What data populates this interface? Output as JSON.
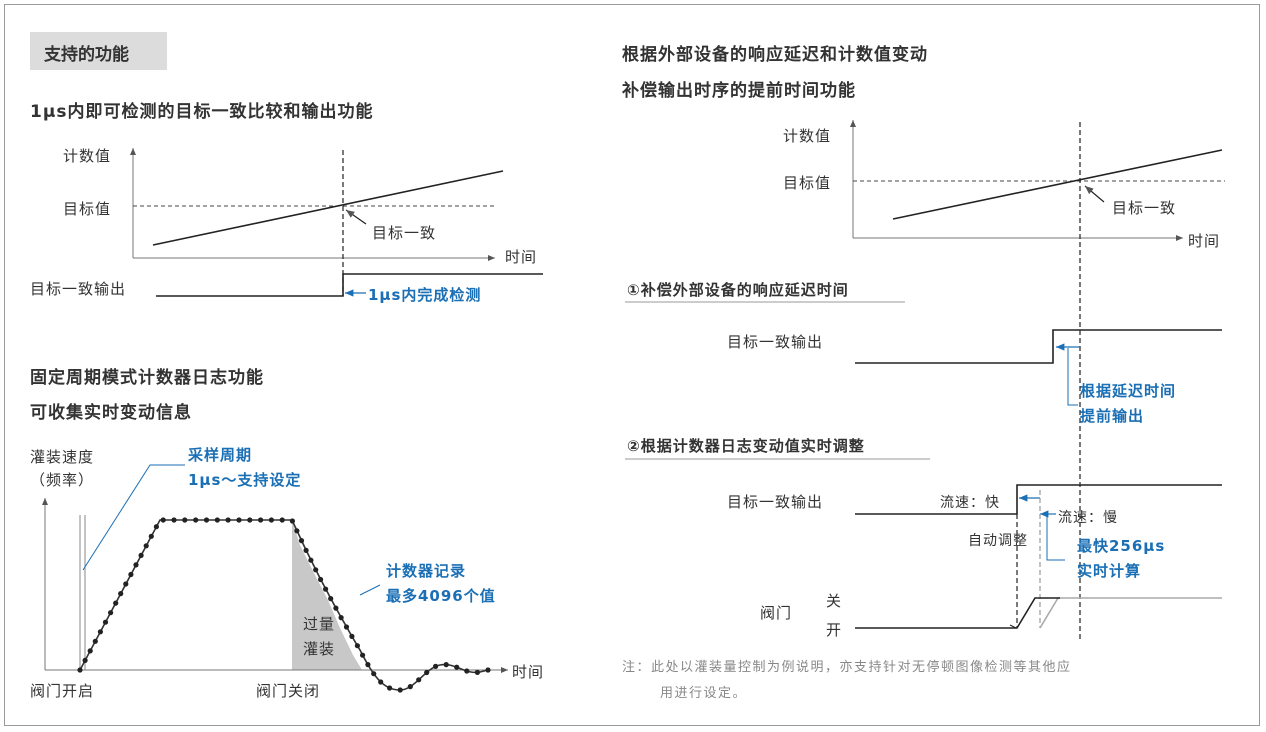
{
  "left": {
    "badge": "支持的功能",
    "heading1": "1μs内即可检测的目标一致比较和输出功能",
    "chart1": {
      "y_axis_label": "计数值",
      "target_label": "目标值",
      "match_label": "目标一致",
      "x_axis_label": "时间",
      "output_label": "目标一致输出",
      "callout": "1μs内完成检测"
    },
    "heading2_line1": "固定周期模式计数器日志功能",
    "heading2_line2": "可收集实时变动信息",
    "chart2": {
      "y_label_line1": "灌装速度",
      "y_label_line2": "（频率）",
      "sampling_line1": "采样周期",
      "sampling_line2": "1μs～支持设定",
      "counter_line1": "计数器记录",
      "counter_line2": "最多4096个值",
      "overfill_line1": "过量",
      "overfill_line2": "灌装",
      "x_label": "时间",
      "valve_open": "阀门开启",
      "valve_close": "阀门关闭"
    }
  },
  "right": {
    "heading_line1": "根据外部设备的响应延迟和计数值变动",
    "heading_line2": "补偿输出时序的提前时间功能",
    "chart1": {
      "y_axis_label": "计数值",
      "target_label": "目标值",
      "match_label": "目标一致",
      "x_axis_label": "时间"
    },
    "section1": {
      "title": "①补偿外部设备的响应延迟时间",
      "output_label": "目标一致输出",
      "callout_line1": "根据延迟时间",
      "callout_line2": "提前输出"
    },
    "section2": {
      "title": "②根据计数器日志变动值实时调整",
      "output_label": "目标一致输出",
      "flow_fast": "流速：快",
      "flow_slow": "流速：慢",
      "auto_adjust": "自动调整",
      "callout_line1": "最快256μs",
      "callout_line2": "实时计算",
      "valve_label": "阀门",
      "valve_close": "关",
      "valve_open": "开"
    },
    "note_line1": "注：此处以灌装量控制为例说明，亦支持针对无停顿图像检测等其他应",
    "note_line2": "用进行设定。"
  },
  "colors": {
    "accent_blue": "#1a6fb5",
    "text": "#333333",
    "gray_fill": "#c8c8c8",
    "badge_bg": "#dcdcdc"
  }
}
